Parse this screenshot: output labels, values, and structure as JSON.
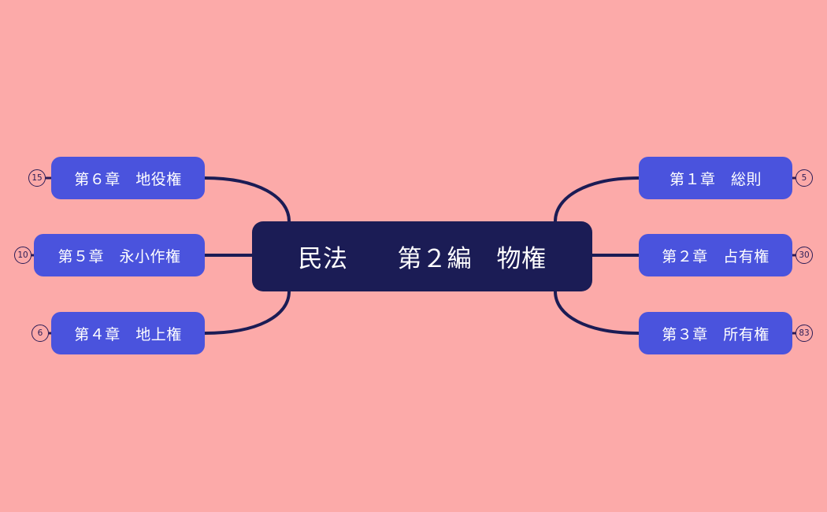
{
  "canvas": {
    "background_color": "#fcaaa9",
    "edge_color": "#1b1c55",
    "central_node_color": "#1b1c55",
    "branch_node_color": "#4a53dd",
    "badge_color": "#2b1c56"
  },
  "central": {
    "label": "民法　　第２編　物権"
  },
  "branches": {
    "right": [
      {
        "label": "第１章　総則",
        "badge": "5"
      },
      {
        "label": "第２章　占有権",
        "badge": "30"
      },
      {
        "label": "第３章　所有権",
        "badge": "83"
      }
    ],
    "left": [
      {
        "label": "第６章　地役権",
        "badge": "15"
      },
      {
        "label": "第５章　永小作権",
        "badge": "10"
      },
      {
        "label": "第４章　地上権",
        "badge": "6"
      }
    ]
  }
}
